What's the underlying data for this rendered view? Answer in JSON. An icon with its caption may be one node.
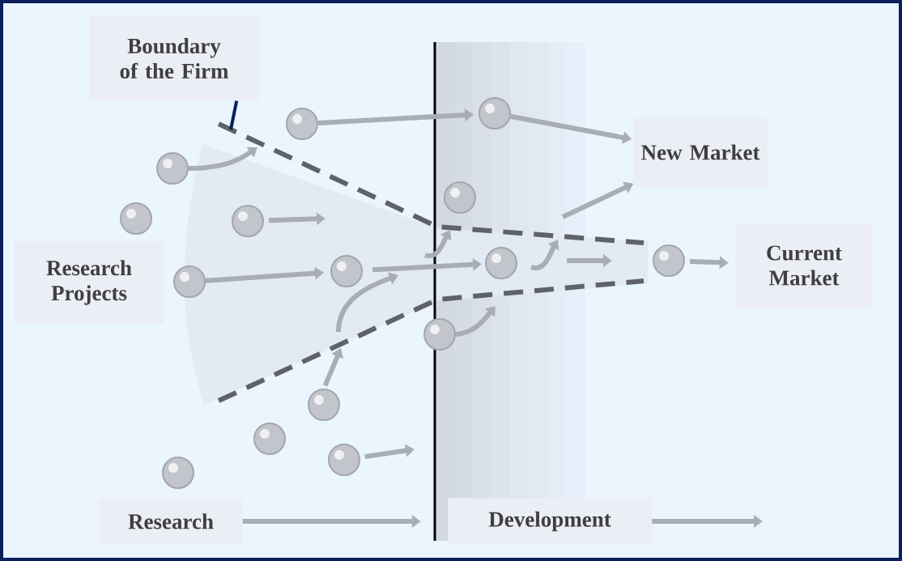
{
  "diagram": {
    "nodes": [
      {
        "text": [
          "Boundary of the Firm"
        ]
      },
      {
        "text": [],
        "shape": "circle"
      },
      {
        "text": [],
        "shape": "circle"
      },
      {
        "text": [
          "New Market"
        ]
      },
      {
        "text": [],
        "shape": "circle"
      },
      {
        "text": [],
        "shape": "circle"
      },
      {
        "text": [],
        "shape": "circle"
      },
      {
        "text": [],
        "shape": "circle"
      },
      {
        "text": [
          "Current Market"
        ]
      },
      {
        "text": [
          "Research Projects"
        ]
      },
      {
        "text": [],
        "shape": "circle"
      },
      {
        "text": [],
        "shape": "circle"
      },
      {
        "text": [],
        "shape": "circle"
      },
      {
        "text": [],
        "shape": "circle"
      },
      {
        "text": [],
        "shape": "circle"
      },
      {
        "text": [],
        "shape": "circle"
      },
      {
        "text": [],
        "shape": "circle"
      },
      {
        "text": [],
        "shape": "circle"
      },
      {
        "text": [],
        "shape": "circle"
      },
      {
        "text": [
          "Research"
        ]
      },
      {
        "text": [
          "Development"
        ]
      }
    ],
    "edges": [
      {
        "from": 0,
        "to": null,
        "arrow": "none",
        "color": "#0a1f5c"
      },
      {
        "from": 1,
        "to": 2,
        "arrow": "to"
      },
      {
        "from": 2,
        "to": 3,
        "arrow": "to"
      },
      {
        "from": 4,
        "to": null,
        "arrow": "to"
      },
      {
        "from": 7,
        "to": null,
        "arrow": "to"
      },
      {
        "from": 10,
        "to": 11,
        "arrow": "to"
      },
      {
        "from": 11,
        "to": 12,
        "arrow": "to"
      },
      {
        "from": null,
        "to": 3,
        "arrow": "to"
      },
      {
        "from": 13,
        "to": 8,
        "arrow": "to"
      },
      {
        "from": 14,
        "to": null,
        "arrow": "to"
      },
      {
        "from": 15,
        "to": null,
        "arrow": "to"
      },
      {
        "from": 17,
        "to": null,
        "arrow": "to"
      },
      {
        "from": 19,
        "to": 20,
        "arrow": "to"
      },
      {
        "from": 20,
        "to": null,
        "arrow": "to"
      }
    ]
  }
}
